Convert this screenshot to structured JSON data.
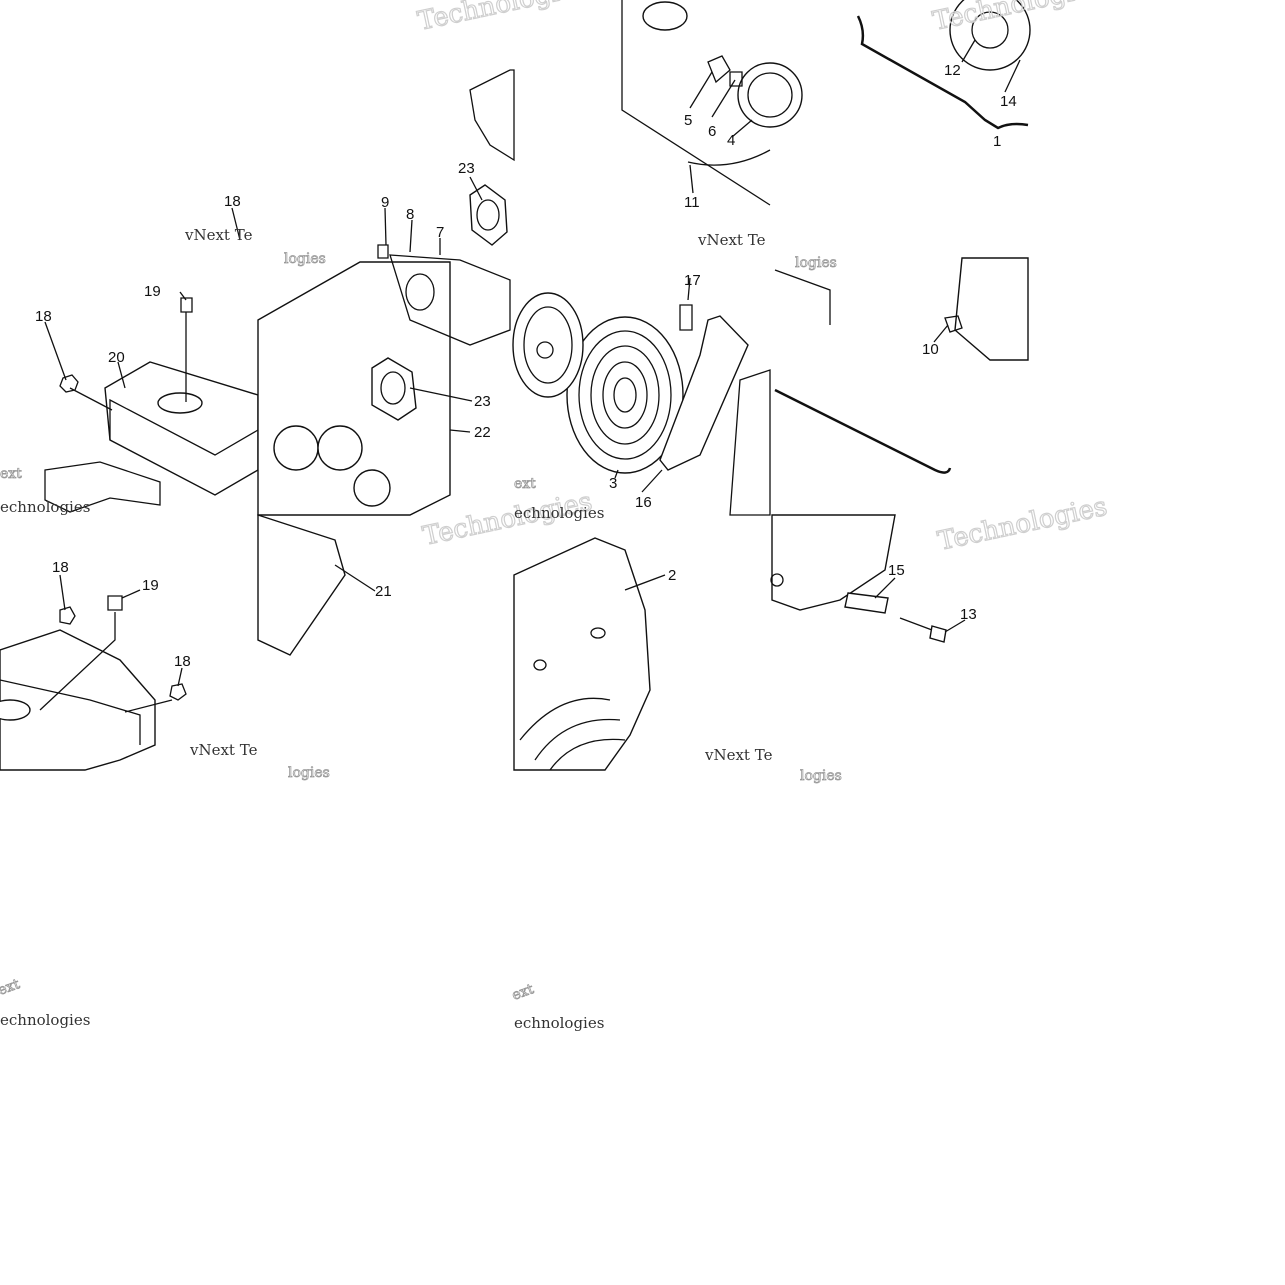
{
  "labels": {
    "p1": "1",
    "p2": "2",
    "p3": "3",
    "p4": "4",
    "p5": "5",
    "p6": "6",
    "p7": "7",
    "p8": "8",
    "p9": "9",
    "p10": "10",
    "p11": "11",
    "p12": "12",
    "p13": "13",
    "p14": "14",
    "p15": "15",
    "p16": "16",
    "p17": "17",
    "p18": "18",
    "p19": "19",
    "p20": "20",
    "p21": "21",
    "p22": "22",
    "p23": "23"
  },
  "watermark": {
    "brand": "vNext Technologies",
    "tech": "Technologies",
    "short": "vNext Te",
    "partial_logies": "logies",
    "partial_ext": "ext",
    "partial_echnologies": "echnologies"
  },
  "colors": {
    "line": "#111111",
    "watermark": "#cfcfcf",
    "background": "#ffffff"
  }
}
